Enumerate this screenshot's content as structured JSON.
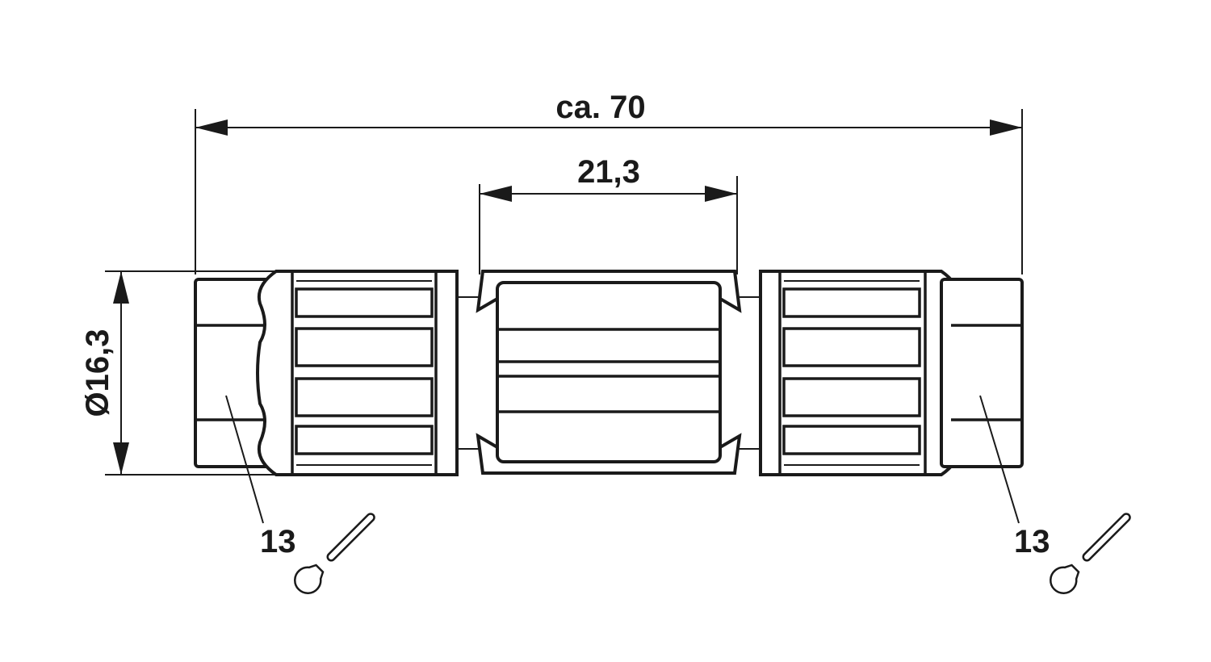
{
  "dimensions": {
    "overall_length": "ca. 70",
    "center_length": "21,3",
    "diameter": "Ø16,3"
  },
  "wrench_callouts": {
    "left_size": "13",
    "right_size": "13",
    "icon": "wrench-icon"
  },
  "colors": {
    "line": "#1a1a1a",
    "background": "#ffffff"
  }
}
